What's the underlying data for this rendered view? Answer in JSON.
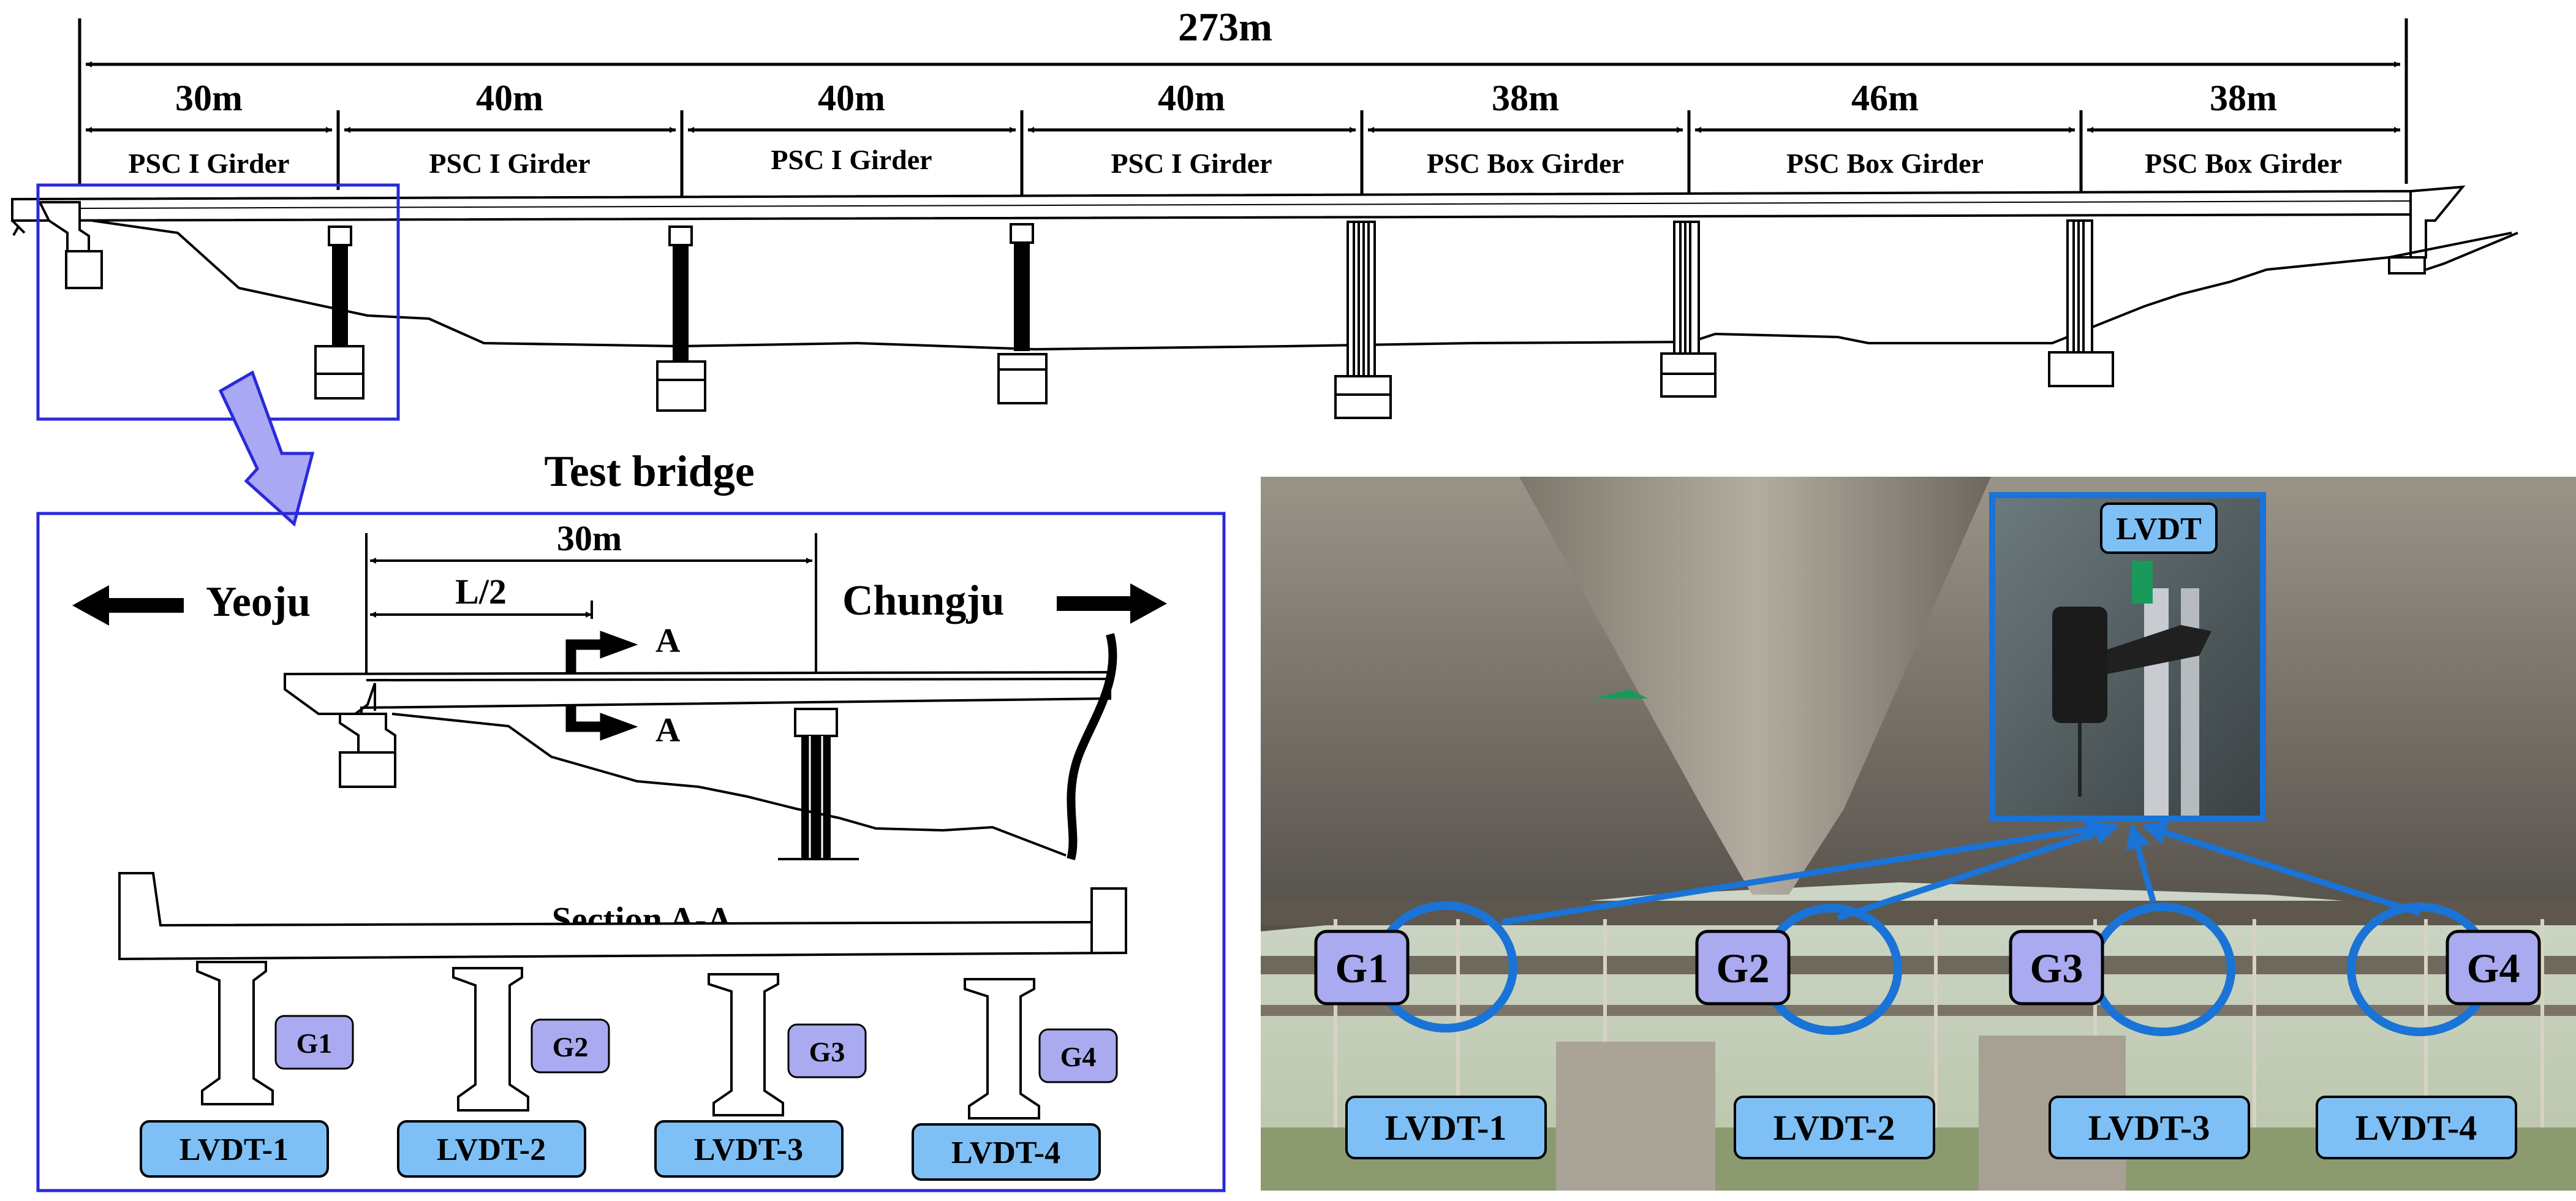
{
  "overall": {
    "total_label": "273m",
    "spans": [
      {
        "length": "30m",
        "type": "PSC I Girder"
      },
      {
        "length": "40m",
        "type": "PSC I Girder"
      },
      {
        "length": "40m",
        "type": "PSC I Girder"
      },
      {
        "length": "40m",
        "type": "PSC I Girder"
      },
      {
        "length": "38m",
        "type": "PSC Box Girder"
      },
      {
        "length": "46m",
        "type": "PSC Box Girder"
      },
      {
        "length": "38m",
        "type": "PSC Box Girder"
      }
    ]
  },
  "detail": {
    "title": "Test bridge",
    "span_label": "30m",
    "half_label": "L/2",
    "left_dir": "Yeoju",
    "right_dir": "Chungju",
    "section_mark": "A",
    "section_title": "Section A-A",
    "girders": [
      "G1",
      "G2",
      "G3",
      "G4"
    ],
    "lvdts": [
      "LVDT-1",
      "LVDT-2",
      "LVDT-3",
      "LVDT-4"
    ]
  },
  "photo": {
    "inset_label": "LVDT",
    "girders": [
      "G1",
      "G2",
      "G3",
      "G4"
    ],
    "lvdts": [
      "LVDT-1",
      "LVDT-2",
      "LVDT-3",
      "LVDT-4"
    ]
  },
  "colors": {
    "frame_blue": "#2a2ad8",
    "callout_blue": "#1a73d6",
    "girder_tag": "#aaaaf0",
    "lvdt_tag": "#7ec0f5",
    "arrow_fill": "#a8a8f5"
  }
}
